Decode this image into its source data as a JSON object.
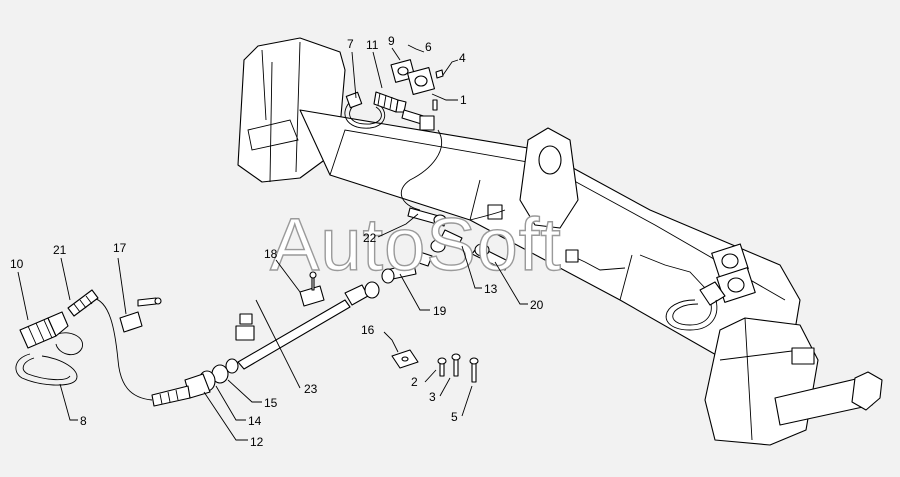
{
  "watermark": "AutoSoft",
  "callouts": [
    {
      "id": "c1",
      "text": "1"
    },
    {
      "id": "c2",
      "text": "2"
    },
    {
      "id": "c3",
      "text": "3"
    },
    {
      "id": "c4",
      "text": "4"
    },
    {
      "id": "c5",
      "text": "5"
    },
    {
      "id": "c6",
      "text": "6"
    },
    {
      "id": "c7",
      "text": "7"
    },
    {
      "id": "c8",
      "text": "8"
    },
    {
      "id": "c9",
      "text": "9"
    },
    {
      "id": "c10",
      "text": "10"
    },
    {
      "id": "c11",
      "text": "11"
    },
    {
      "id": "c12",
      "text": "12"
    },
    {
      "id": "c13",
      "text": "13"
    },
    {
      "id": "c14",
      "text": "14"
    },
    {
      "id": "c15",
      "text": "15"
    },
    {
      "id": "c16",
      "text": "16"
    },
    {
      "id": "c17",
      "text": "17"
    },
    {
      "id": "c18",
      "text": "18"
    },
    {
      "id": "c19",
      "text": "19"
    },
    {
      "id": "c20",
      "text": "20"
    },
    {
      "id": "c21",
      "text": "21"
    },
    {
      "id": "c22",
      "text": "22"
    },
    {
      "id": "c23",
      "text": "23"
    }
  ]
}
